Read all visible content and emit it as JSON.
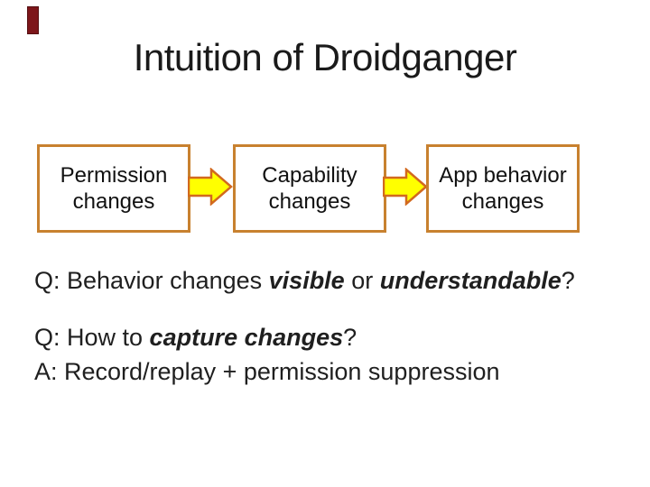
{
  "slide": {
    "title": "Intuition of Droidganger",
    "background_color": "#FFFFFF",
    "accent_bar_color": "#7D161A"
  },
  "flow": {
    "box_border_color": "#C8812F",
    "arrow_fill_color": "#FFFF00",
    "arrow_outline_color": "#D2691E",
    "boxes": [
      {
        "lines": [
          "Permission",
          "changes"
        ]
      },
      {
        "lines": [
          "Capability",
          "changes"
        ]
      },
      {
        "lines": [
          "App behavior",
          "changes"
        ]
      }
    ]
  },
  "qa": {
    "q1": [
      {
        "t": "Q: Behavior changes "
      },
      {
        "t": "visible",
        "em": true
      },
      {
        "t": " or "
      },
      {
        "t": "understandable",
        "em": true
      },
      {
        "t": "?"
      }
    ],
    "q2": [
      {
        "t": "Q: How to "
      },
      {
        "t": "capture changes",
        "em": true
      },
      {
        "t": "?"
      }
    ],
    "a2": "A: Record/replay + permission suppression"
  }
}
